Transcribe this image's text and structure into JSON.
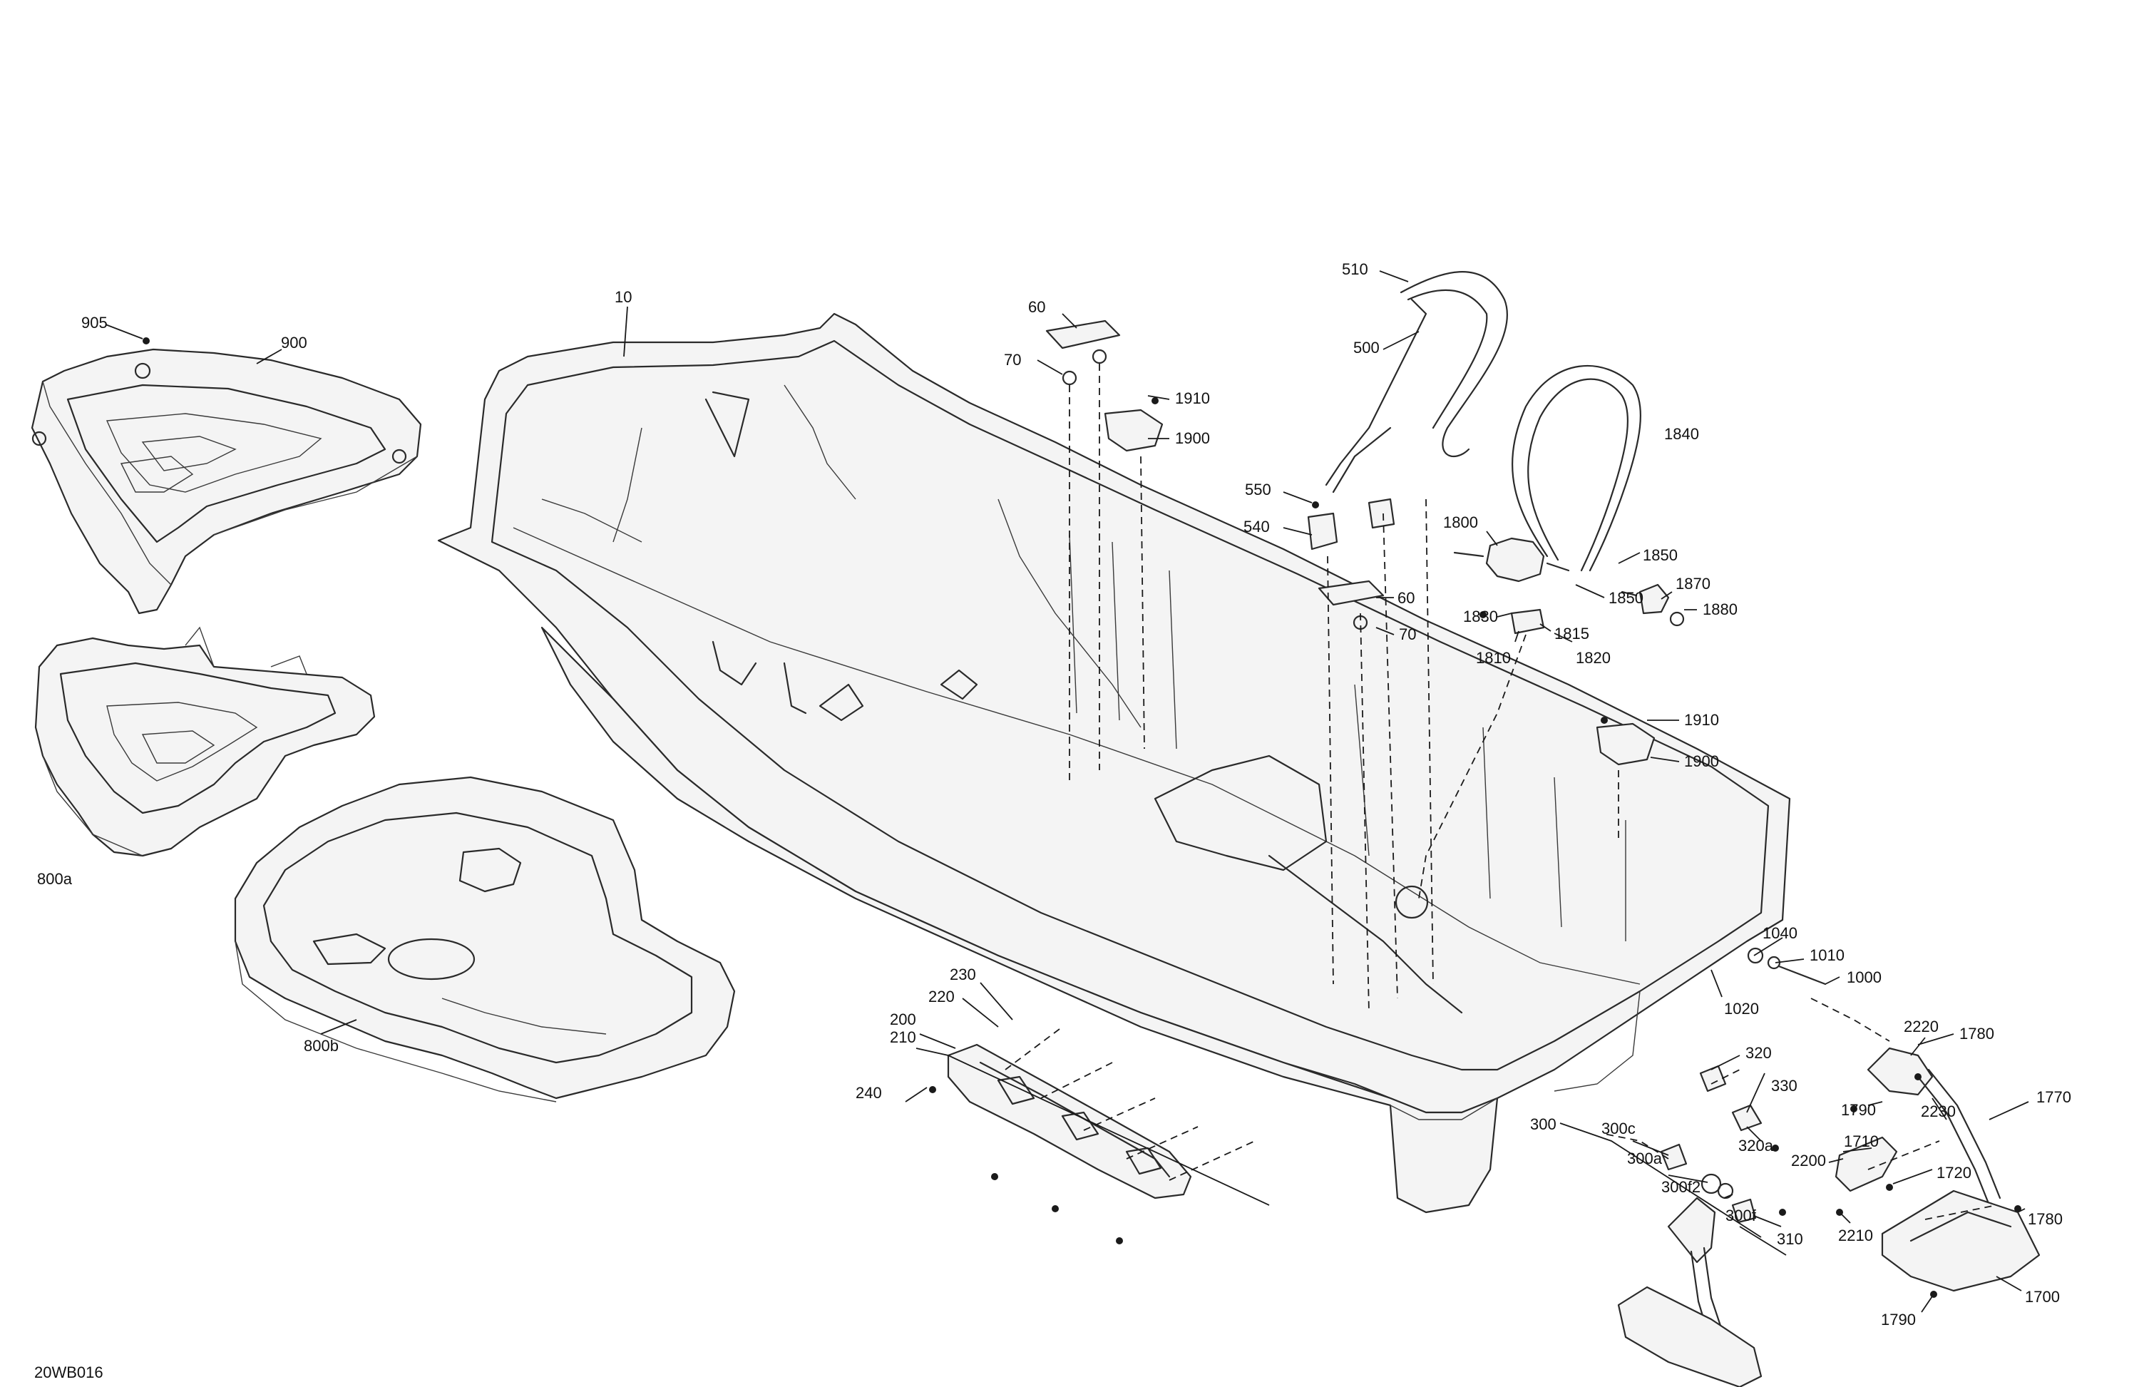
{
  "diagram_code": "20WB016",
  "callouts": {
    "c10": "10",
    "c60a": "60",
    "c70a": "70",
    "c510": "510",
    "c500": "500",
    "c1910a": "1910",
    "c1900a": "1900",
    "c1840": "1840",
    "c550": "550",
    "c540": "540",
    "c1800": "1800",
    "c1850a": "1850",
    "c1850b": "1850",
    "c1870": "1870",
    "c1880": "1880",
    "c60b": "60",
    "c70b": "70",
    "c1830": "1830",
    "c1815": "1815",
    "c1810": "1810",
    "c1820": "1820",
    "c1910b": "1910",
    "c1900b": "1900",
    "c905": "905",
    "c900": "900",
    "c800a": "800a",
    "c800b": "800b",
    "c1040": "1040",
    "c1010": "1010",
    "c1000": "1000",
    "c1020": "1020",
    "c2220": "2220",
    "c1780a": "1780",
    "c230": "230",
    "c220": "220",
    "c200": "200",
    "c210": "210",
    "c240": "240",
    "c320": "320",
    "c330": "330",
    "c1790a": "1790",
    "c2230": "2230",
    "c1770": "1770",
    "c300": "300",
    "c300c": "300c",
    "c320a": "320a",
    "c300a": "300a",
    "c300f2": "300f2",
    "c300f": "300f",
    "c310": "310",
    "c1710": "1710",
    "c2200": "2200",
    "c1720": "1720",
    "c2210": "2210",
    "c1780b": "1780",
    "c1700": "1700",
    "c1790b": "1790"
  }
}
